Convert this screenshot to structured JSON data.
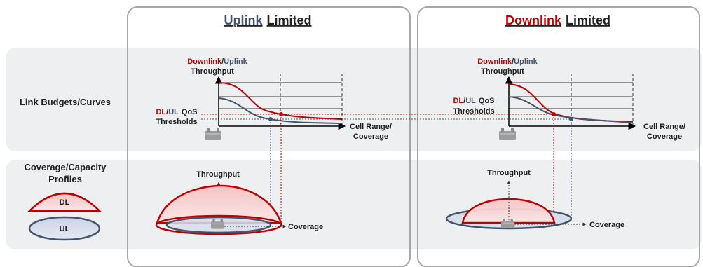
{
  "colors": {
    "downlink": "#c00000",
    "uplink": "#44546a",
    "band": "#eeeff1",
    "panel_border": "#a6a6a6",
    "text": "#222222"
  },
  "rows": {
    "link_budgets": "Link Budgets/Curves",
    "coverage_line1": "Coverage/Capacity",
    "coverage_line2": "Profiles"
  },
  "legend": {
    "dl": "DL",
    "ul": "UL"
  },
  "panels": {
    "uplink": {
      "title_highlight": "Uplink",
      "title_rest": "Limited",
      "title_highlight_color": "#44546a",
      "limited_by": "uplink"
    },
    "downlink": {
      "title_highlight": "Downlink",
      "title_rest": "Limited",
      "title_highlight_color": "#c00000",
      "limited_by": "downlink"
    }
  },
  "chart": {
    "y_label_dl": "Downlink",
    "y_label_sep": "/",
    "y_label_ul": "Uplink",
    "y_label_2": "Throughput",
    "threshold_dl": "DL",
    "threshold_sep": "/",
    "threshold_ul": "UL",
    "threshold_qos": "QoS",
    "threshold_2": "Thresholds",
    "x_label_1": "Cell Range/",
    "x_label_2": "Coverage"
  },
  "profile": {
    "throughput": "Throughput",
    "coverage": "Coverage"
  },
  "icons": [
    "base-station-icon"
  ]
}
